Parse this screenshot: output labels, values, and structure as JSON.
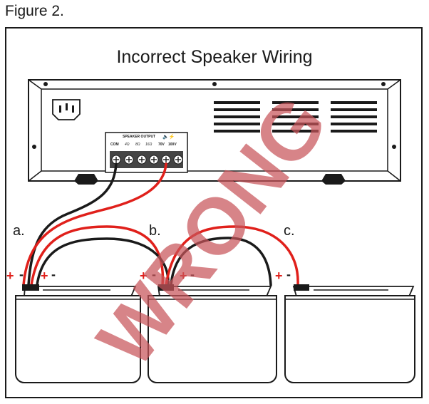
{
  "figure_label": "Figure 2.",
  "title": "Incorrect Speaker Wiring",
  "watermark": "WRONG",
  "amplifier": {
    "panel_label": "SPEAKER OUTPUT",
    "terminals": [
      "COM",
      "4Ω",
      "8Ω",
      "16Ω",
      "70V",
      "100V"
    ]
  },
  "speakers": [
    {
      "letter": "a.",
      "plus": "+",
      "minus": "-",
      "plus2": "+",
      "minus2": "-"
    },
    {
      "letter": "b.",
      "plus": "+",
      "minus": "-",
      "plus2": "+",
      "minus2": "-"
    },
    {
      "letter": "c.",
      "plus": "+",
      "minus": "-"
    }
  ],
  "colors": {
    "wire_positive": "#e0201b",
    "wire_negative": "#1a1a1a",
    "watermark": "#c8545a"
  }
}
